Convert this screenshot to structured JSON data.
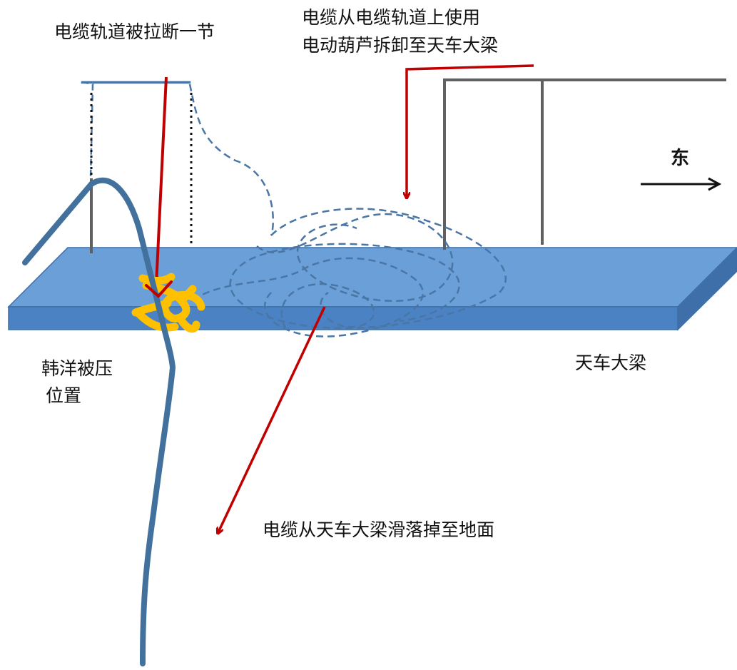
{
  "labels": {
    "track_broken": "电缆轨道被拉断一节",
    "hoist_line1": "电缆从电缆轨道上使用",
    "hoist_line2": "电动葫芦拆卸至天车大梁",
    "east": "东",
    "pinned_line1": "韩洋被压",
    "pinned_line2": "位置",
    "beam": "天车大梁",
    "fall": "电缆从天车大梁滑落掉至地面"
  },
  "colors": {
    "beam_top": "#6a9fd8",
    "beam_front": "#4a82c3",
    "beam_side": "#3f6fa8",
    "cable": "#41719c",
    "dashed_cable": "#4a76a6",
    "arrow_red": "#c00000",
    "post_gray": "#606060",
    "highlight_yellow": "#ffc000",
    "text": "#111111"
  }
}
